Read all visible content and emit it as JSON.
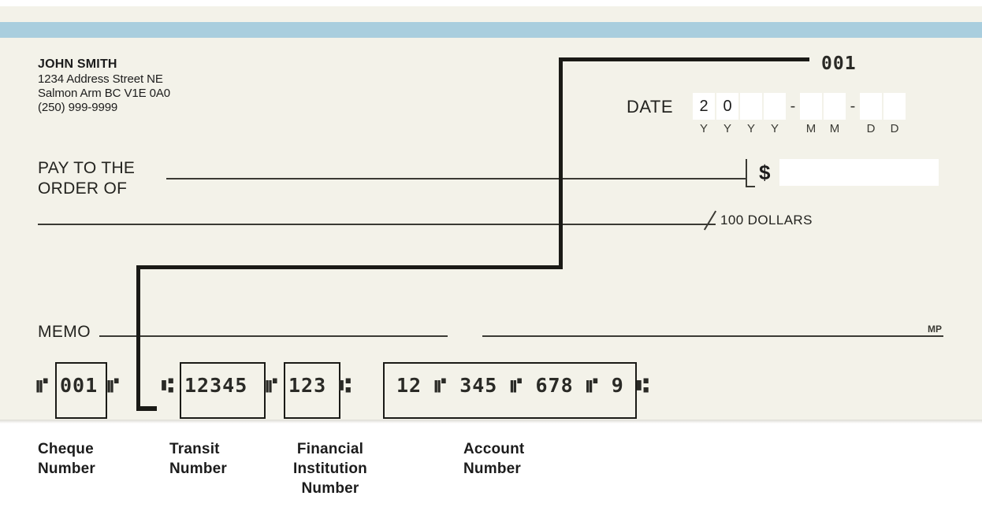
{
  "colors": {
    "paper": "#f3f2e9",
    "band": "#a9cede",
    "ink": "#1a1a16",
    "field_white": "#ffffff"
  },
  "payer": {
    "name": "JOHN SMITH",
    "address_line1": "1234 Address Street NE",
    "address_line2": "Salmon Arm BC  V1E 0A0",
    "phone": "(250) 999-9999"
  },
  "cheque": {
    "number_top_right": "001",
    "date_label": "DATE",
    "date_boxes": [
      "2",
      "0",
      "",
      "",
      "",
      "",
      "",
      ""
    ],
    "date_sublabels": [
      "Y",
      "Y",
      "Y",
      "Y",
      "M",
      "M",
      "D",
      "D"
    ],
    "date_separator": "-",
    "pay_to_line1": "PAY TO THE",
    "pay_to_line2": "ORDER OF",
    "currency_symbol": "$",
    "amount_value": "",
    "written_amount": "",
    "fraction_text": "100 DOLLARS",
    "memo_label": "MEMO",
    "memo_value": "",
    "signature_value": "",
    "mp_mark": "MP"
  },
  "micr": {
    "cheque_number": "001",
    "cheque_prefix_symbol": "⑈",
    "cheque_suffix_symbol": "⑈",
    "transit_prefix_symbol": "⑆",
    "transit_number": "12345",
    "transit_separator_symbol": "⑈",
    "institution_number": "123",
    "institution_suffix_symbol": "⑆",
    "account_number": "12 ⑈ 345 ⑈ 678 ⑈ 9 ⑆"
  },
  "captions": [
    {
      "line1": "Cheque",
      "line2": "Number",
      "line3": ""
    },
    {
      "line1": "Transit",
      "line2": "Number",
      "line3": ""
    },
    {
      "line1": "Financial",
      "line2": "Institution",
      "line3": "Number"
    },
    {
      "line1": "Account",
      "line2": "Number",
      "line3": ""
    }
  ]
}
